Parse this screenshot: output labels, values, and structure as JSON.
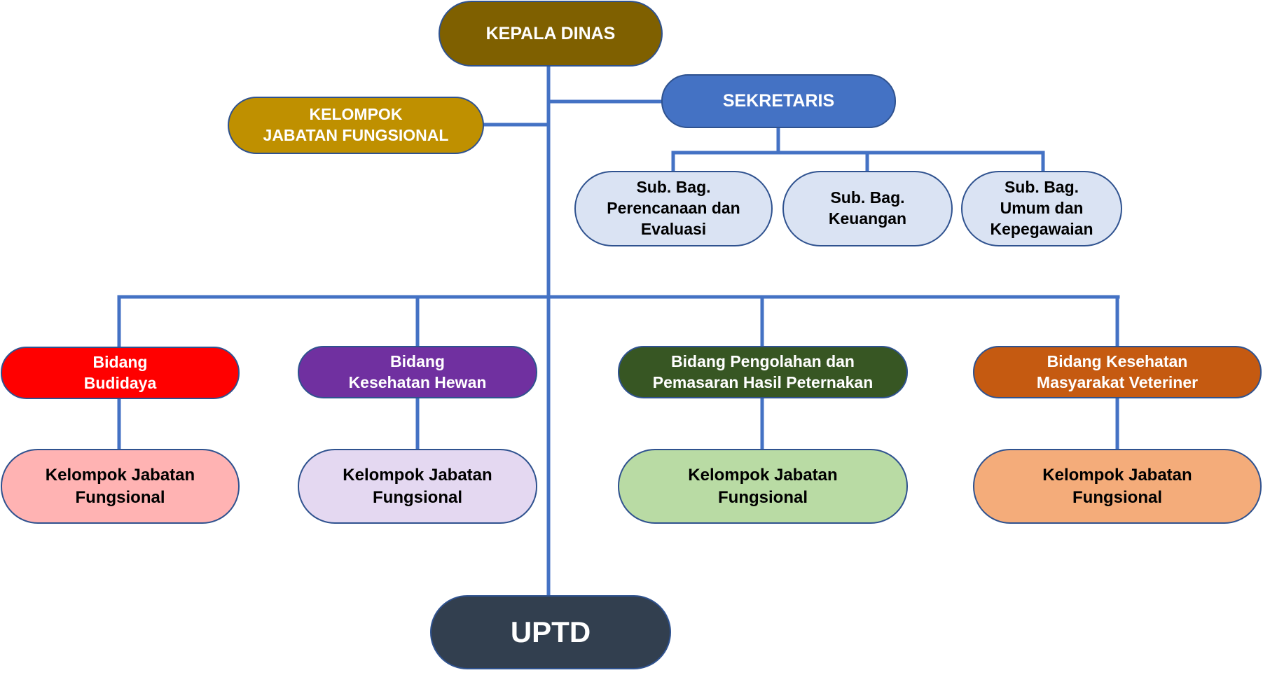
{
  "colors": {
    "connector": "#4472c4",
    "border": "#2f528f",
    "kepala_dinas": "#7f6000",
    "kelompok_top": "#bf9000",
    "sekretaris": "#4472c4",
    "subbag": "#dae3f3",
    "budidaya": "#ff0000",
    "kesehatan_hewan": "#7030a0",
    "pengolahan": "#375623",
    "kesmavet": "#c55a11",
    "kjf_budidaya": "#ffb3b3",
    "kjf_kesehatan": "#e4d8f1",
    "kjf_pengolahan": "#b9dba4",
    "kjf_kesmavet": "#f4ac7a",
    "uptd": "#323f4f"
  },
  "nodes": {
    "kepala_dinas": {
      "lines": [
        "KEPALA DINAS"
      ]
    },
    "kelompok_jf_top": {
      "lines": [
        "KELOMPOK",
        "JABATAN FUNGSIONAL"
      ]
    },
    "sekretaris": {
      "lines": [
        "SEKRETARIS"
      ]
    },
    "subbag_perencanaan": {
      "lines": [
        "Sub. Bag.",
        "Perencanaan dan",
        "Evaluasi"
      ]
    },
    "subbag_keuangan": {
      "lines": [
        "Sub. Bag.",
        "Keuangan"
      ]
    },
    "subbag_umum": {
      "lines": [
        "Sub. Bag.",
        "Umum dan",
        "Kepegawaian"
      ]
    },
    "bidang_budidaya": {
      "lines": [
        "Bidang",
        "Budidaya"
      ]
    },
    "bidang_kesehatan_hewan": {
      "lines": [
        "Bidang",
        "Kesehatan Hewan"
      ]
    },
    "bidang_pengolahan": {
      "lines": [
        "Bidang Pengolahan dan",
        "Pemasaran Hasil Peternakan"
      ]
    },
    "bidang_kesmavet": {
      "lines": [
        "Bidang Kesehatan",
        "Masyarakat Veteriner"
      ]
    },
    "kjf_budidaya": {
      "lines": [
        "Kelompok Jabatan",
        "Fungsional"
      ]
    },
    "kjf_kesehatan_hewan": {
      "lines": [
        "Kelompok Jabatan",
        "Fungsional"
      ]
    },
    "kjf_pengolahan": {
      "lines": [
        "Kelompok Jabatan",
        "Fungsional"
      ]
    },
    "kjf_kesmavet": {
      "lines": [
        "Kelompok Jabatan",
        "Fungsional"
      ]
    },
    "uptd": {
      "lines": [
        "UPTD"
      ]
    }
  }
}
